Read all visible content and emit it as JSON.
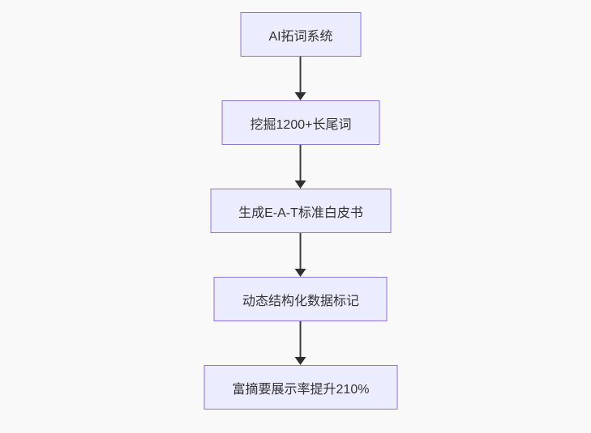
{
  "flowchart": {
    "type": "flowchart",
    "direction": "top-down",
    "nodes": [
      {
        "id": "node-1",
        "label": "AI拓词系统"
      },
      {
        "id": "node-2",
        "label": "挖掘1200+长尾词"
      },
      {
        "id": "node-3",
        "label": "生成E-A-T标准白皮书"
      },
      {
        "id": "node-4",
        "label": "动态结构化数据标记"
      },
      {
        "id": "node-5",
        "label": "富摘要展示率提升210%"
      }
    ],
    "edges": [
      {
        "from": "node-1",
        "to": "node-2",
        "style": "arrow-down"
      },
      {
        "from": "node-2",
        "to": "node-3",
        "style": "arrow-down"
      },
      {
        "from": "node-3",
        "to": "node-4",
        "style": "arrow-down"
      },
      {
        "from": "node-4",
        "to": "node-5",
        "style": "arrow-down"
      }
    ],
    "colors": {
      "node_fill": "#ECECFF",
      "node_border": "#9370DB",
      "node_text": "#333333",
      "arrow": "#333333",
      "background": "#F9F9F9"
    }
  }
}
